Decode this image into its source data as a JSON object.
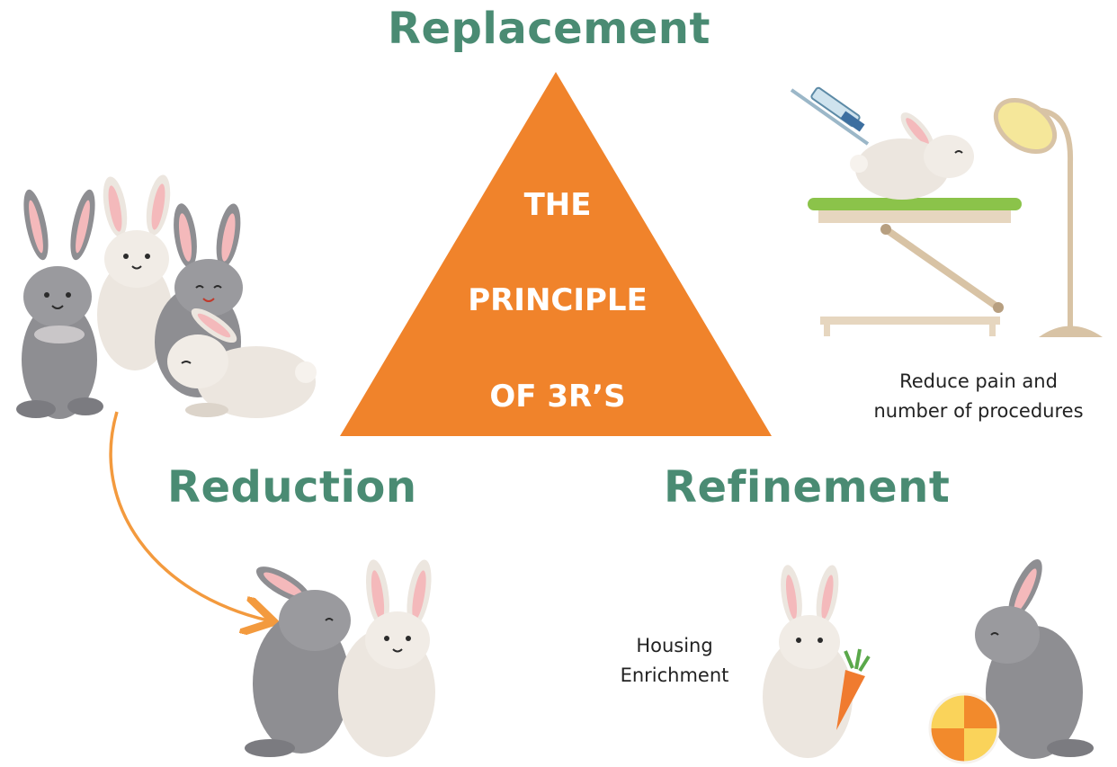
{
  "diagram": {
    "center": {
      "line1": "THE",
      "line2": "PRINCIPLE",
      "line3": "OF 3R’S"
    },
    "headings": {
      "replacement": "Replacement",
      "reduction": "Reduction",
      "refinement": "Refinement"
    },
    "notes": {
      "refinement_line1": "Reduce pain and",
      "refinement_line2": "number of procedures",
      "housing_line1": "Housing",
      "housing_line2": "Enrichment"
    },
    "colors": {
      "triangle": "#f0832b",
      "heading": "#4a8b73",
      "arrow": "#f39a3e",
      "grey_rabbit": "#8e8e92",
      "cream_rabbit": "#ece6df",
      "ear_pink": "#f4b9bb",
      "table_green": "#8bc34a",
      "stand": "#d8c3a5",
      "carrot": "#f07b2f",
      "ball_orange": "#f28a2c",
      "ball_yellow": "#fad35a"
    },
    "icons": {
      "arrow": "curved-arrow-icon",
      "syringe": "syringe-icon",
      "lamp": "surgical-lamp-icon",
      "table": "procedure-table-icon",
      "carrot": "carrot-icon",
      "ball": "beach-ball-icon"
    }
  }
}
